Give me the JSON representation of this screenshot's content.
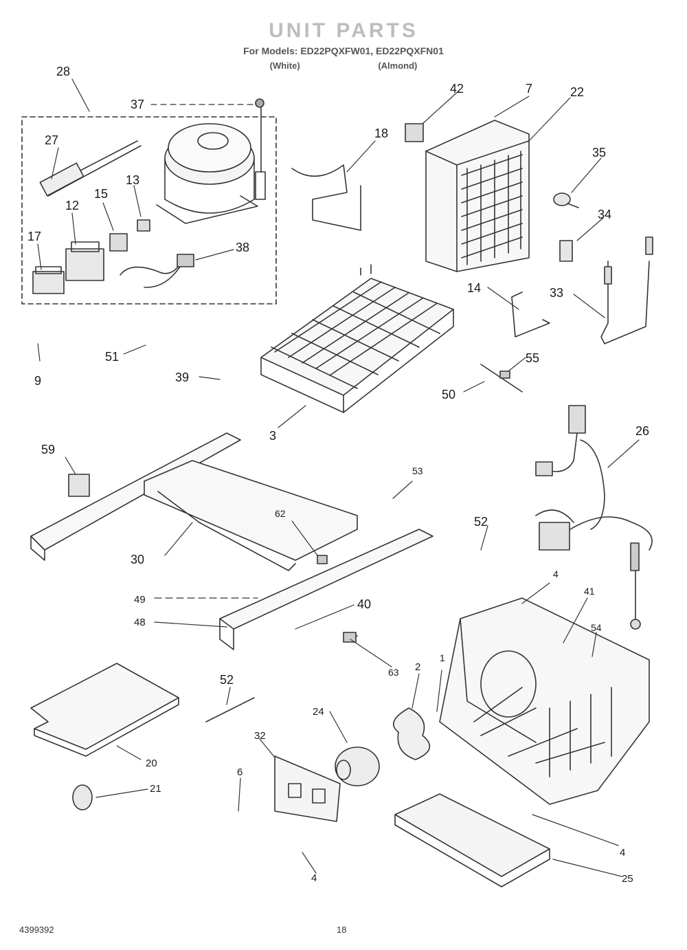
{
  "header": {
    "title": "UNIT PARTS",
    "models_line": "For Models: ED22PQXFW01, ED22PQXFN01",
    "color_white": "(White)",
    "color_almond": "(Almond)"
  },
  "footer": {
    "doc_number": "4399392",
    "page_number": "18"
  },
  "callouts": {
    "c28": "28",
    "c37": "37",
    "c27": "27",
    "c13": "13",
    "c15": "15",
    "c12": "12",
    "c17": "17",
    "c38": "38",
    "c42": "42",
    "c7": "7",
    "c22": "22",
    "c18": "18",
    "c35": "35",
    "c34": "34",
    "c14": "14",
    "c33": "33",
    "c9": "9",
    "c51": "51",
    "c39": "39",
    "c3": "3",
    "c55": "55",
    "c50": "50",
    "c26": "26",
    "c59": "59",
    "c53": "53",
    "c52a": "52",
    "c62": "62",
    "c30": "30",
    "c4a": "4",
    "c41": "41",
    "c49": "49",
    "c40": "40",
    "c54": "54",
    "c48": "48",
    "c63": "63",
    "c1": "1",
    "c2": "2",
    "c52b": "52",
    "c24": "24",
    "c32": "32",
    "c20": "20",
    "c6": "6",
    "c21": "21",
    "c4b": "4",
    "c4c": "4",
    "c25": "25"
  }
}
